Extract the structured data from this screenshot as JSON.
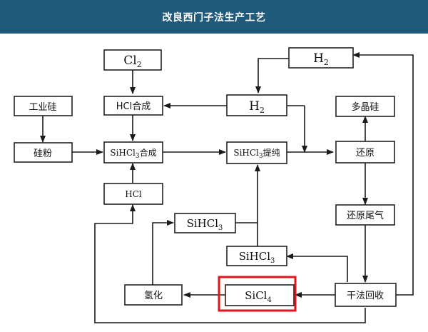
{
  "header": {
    "title": "改良西门子法生产工艺"
  },
  "diagram": {
    "nodes": {
      "cl2": {
        "main": "Cl",
        "sub": "2",
        "suffix": ""
      },
      "h2_top": {
        "main": "H",
        "sub": "2",
        "suffix": ""
      },
      "industrial_si": {
        "main": "工业硅",
        "sub": "",
        "suffix": ""
      },
      "hcl_synth": {
        "main": "HCl合成",
        "sub": "",
        "suffix": ""
      },
      "h2_mid": {
        "main": "H",
        "sub": "2",
        "suffix": ""
      },
      "poly_si": {
        "main": "多晶硅",
        "sub": "",
        "suffix": ""
      },
      "si_powder": {
        "main": "硅粉",
        "sub": "",
        "suffix": ""
      },
      "sihcl3_synth": {
        "main": "SiHCl",
        "sub": "3",
        "suffix": "合成"
      },
      "sihcl3_purify": {
        "main": "SiHCl",
        "sub": "3",
        "suffix": "提纯"
      },
      "reduction": {
        "main": "还原",
        "sub": "",
        "suffix": ""
      },
      "hcl": {
        "main": "HCl",
        "sub": "",
        "suffix": ""
      },
      "reduction_tail_gas": {
        "main": "还原尾气",
        "sub": "",
        "suffix": ""
      },
      "sihcl3_a": {
        "main": "SiHCl",
        "sub": "3",
        "suffix": ""
      },
      "sihcl3_b": {
        "main": "SiHCl",
        "sub": "3",
        "suffix": ""
      },
      "hydrogenation": {
        "main": "氢化",
        "sub": "",
        "suffix": ""
      },
      "sicl4": {
        "main": "SiCl",
        "sub": "4",
        "suffix": ""
      },
      "dry_recovery": {
        "main": "干法回收",
        "sub": "",
        "suffix": ""
      }
    },
    "highlight_color": "#e0161c",
    "header_color": "#1f5a7a"
  }
}
